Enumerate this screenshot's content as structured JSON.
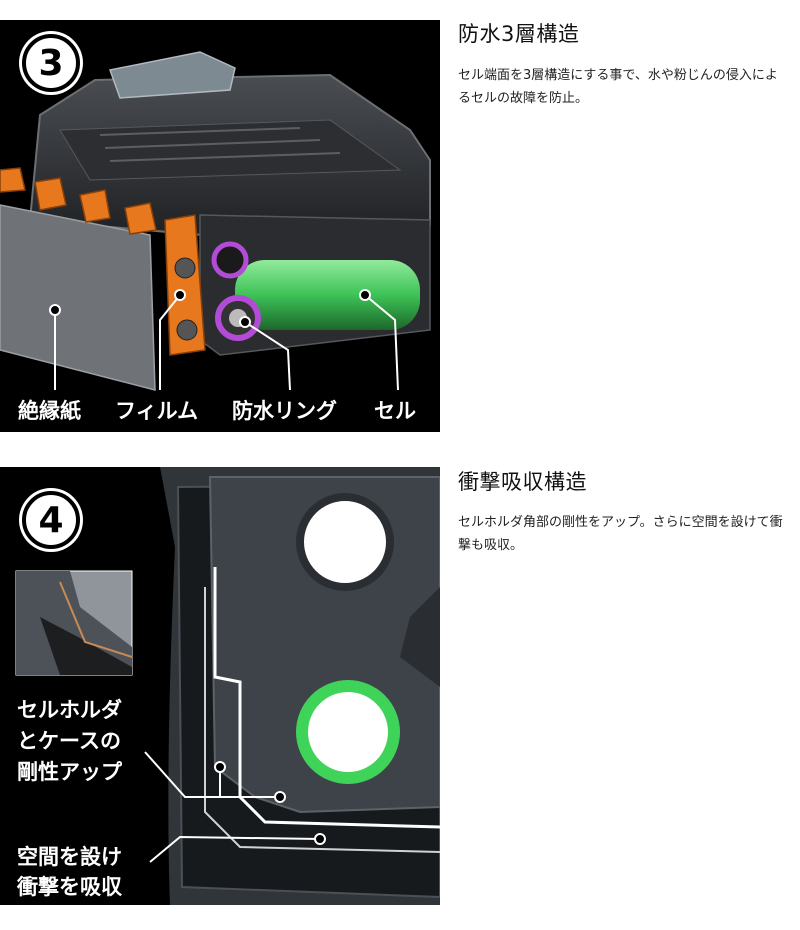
{
  "section3": {
    "badge": "3",
    "title": "防水3層構造",
    "description": "セル端面を3層構造にする事で、水や粉じんの侵入によるセルの故障を防止。",
    "labels": [
      "絶縁紙",
      "フィルム",
      "防水リング",
      "セル"
    ]
  },
  "section4": {
    "badge": "4",
    "title": "衝撃吸収構造",
    "description": "セルホルダ角部の剛性をアップ。さらに空間を設けて衝撃も吸収。",
    "callout_rigidity": [
      "セルホルダ",
      "とケースの",
      "剛性アップ"
    ],
    "callout_space": [
      "空間を設け",
      "衝撃を吸収"
    ]
  },
  "colors": {
    "cell_green": "#3fd35a",
    "film_orange": "#e8781e",
    "ring_purple": "#b24bd6",
    "panel_bg": "#000000"
  }
}
